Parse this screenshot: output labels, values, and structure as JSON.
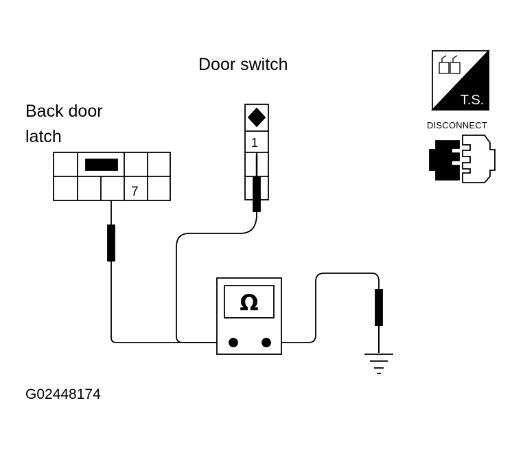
{
  "labels": {
    "door_switch": "Door switch",
    "back_door": "Back door",
    "latch": "latch",
    "figure_id": "G02448174"
  },
  "back_door_connector": {
    "terminal": "7"
  },
  "door_switch_connector": {
    "terminal": "1"
  },
  "meter": {
    "symbol": "Ω"
  },
  "icons": {
    "ts_badge": {
      "text": "T.S.",
      "icon": "tool-kit-icon"
    },
    "disconnect": {
      "text": "DISCONNECT",
      "icon": "connector-disconnect-icon"
    },
    "ground": "ground-symbol-icon"
  },
  "colors": {
    "line": "#000000",
    "background": "#ffffff"
  }
}
